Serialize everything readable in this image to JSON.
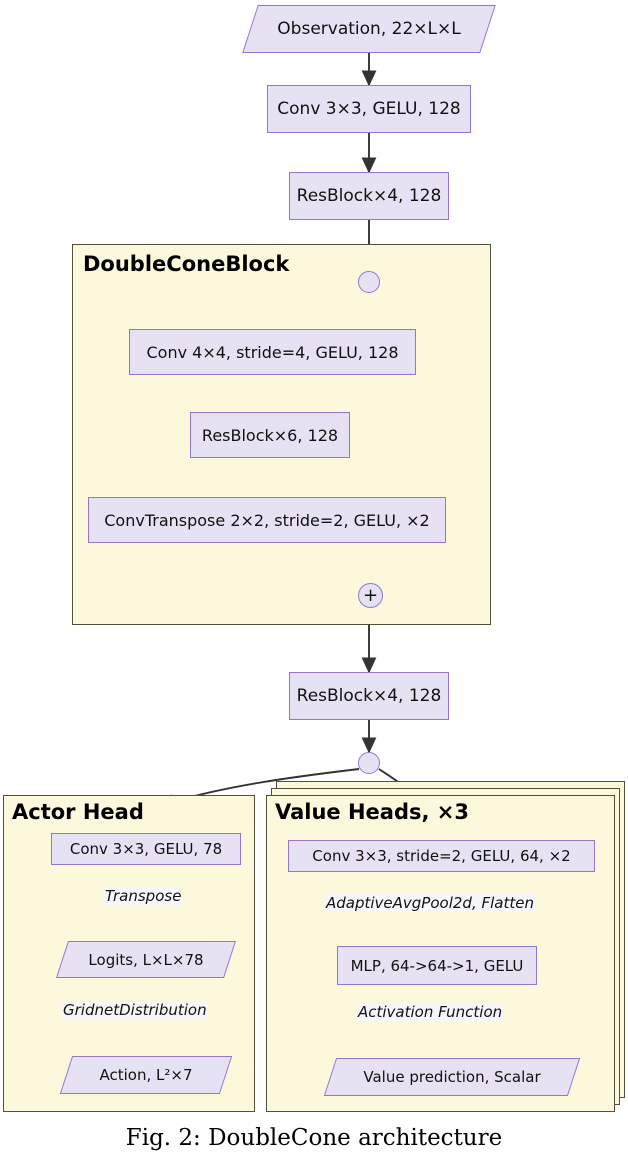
{
  "figure": {
    "caption": "Fig. 2: DoubleCone architecture",
    "colors": {
      "node_fill": "#e7e2f3",
      "node_border": "#9575cd",
      "group_fill": "#fbf8dc",
      "group_border": "#50503c",
      "edge": "#333333",
      "label_bg": "#f7f7fb"
    }
  },
  "trunk": {
    "observation": "Observation, 22×L×L",
    "stem_conv": "Conv 3×3, GELU, 128",
    "stem_resblock": "ResBlock×4, 128",
    "post_resblock": "ResBlock×4, 128"
  },
  "double_cone": {
    "title": "DoubleConeBlock",
    "split_symbol": "",
    "down_conv": "Conv 4×4, stride=4, GELU, 128",
    "inner_resblock": "ResBlock×6, 128",
    "up_conv": "ConvTranspose 2×2, stride=2, GELU, ×2",
    "merge_symbol": "+"
  },
  "actor_head": {
    "title": "Actor Head",
    "conv": "Conv 3×3, GELU, 78",
    "edge_transpose": "Transpose",
    "logits": "Logits, L×L×78",
    "edge_distribution": "GridnetDistribution",
    "action": "Action, L²×7"
  },
  "value_heads": {
    "title": "Value Heads, ×3",
    "conv": "Conv 3×3, stride=2, GELU, 64, ×2",
    "edge_pool": "AdaptiveAvgPool2d, Flatten",
    "mlp": "MLP, 64->64->1, GELU",
    "edge_activation": "Activation Function",
    "value": "Value prediction, Scalar"
  }
}
